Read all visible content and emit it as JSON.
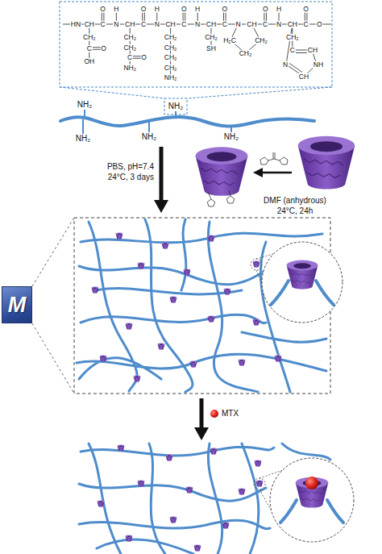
{
  "diagram": {
    "nodes": [
      {
        "text": [
          "M"
        ]
      }
    ],
    "labels": [
      "O",
      "H",
      "O",
      "H",
      "O",
      "H",
      "O",
      "O",
      "H",
      "O",
      "HN",
      "CH",
      "C",
      "N",
      "CH",
      "C",
      "N",
      "CH",
      "C",
      "N",
      "CH",
      "C",
      "N",
      "CH",
      "C",
      "N",
      "CH",
      "C",
      "O",
      "CH₂",
      "C",
      "O",
      "OH",
      "CH₂",
      "CH₂",
      "C",
      "O",
      "NH₂",
      "CH₂",
      "CH₂",
      "CH₂",
      "CH₂",
      "NH₂",
      "CH₂",
      "SH",
      "H₂C",
      "CH₂",
      "CH₂",
      "CH₂",
      "C",
      "CH",
      "NH",
      "CH",
      "N",
      "NH₂",
      "NH₂",
      "NH₂",
      "NH₂",
      "NH₂",
      "PBS, pH=7.4",
      "24°C, 3 days",
      "DMF (anhydrous)",
      "24°C, 24h",
      "MTX"
    ]
  }
}
